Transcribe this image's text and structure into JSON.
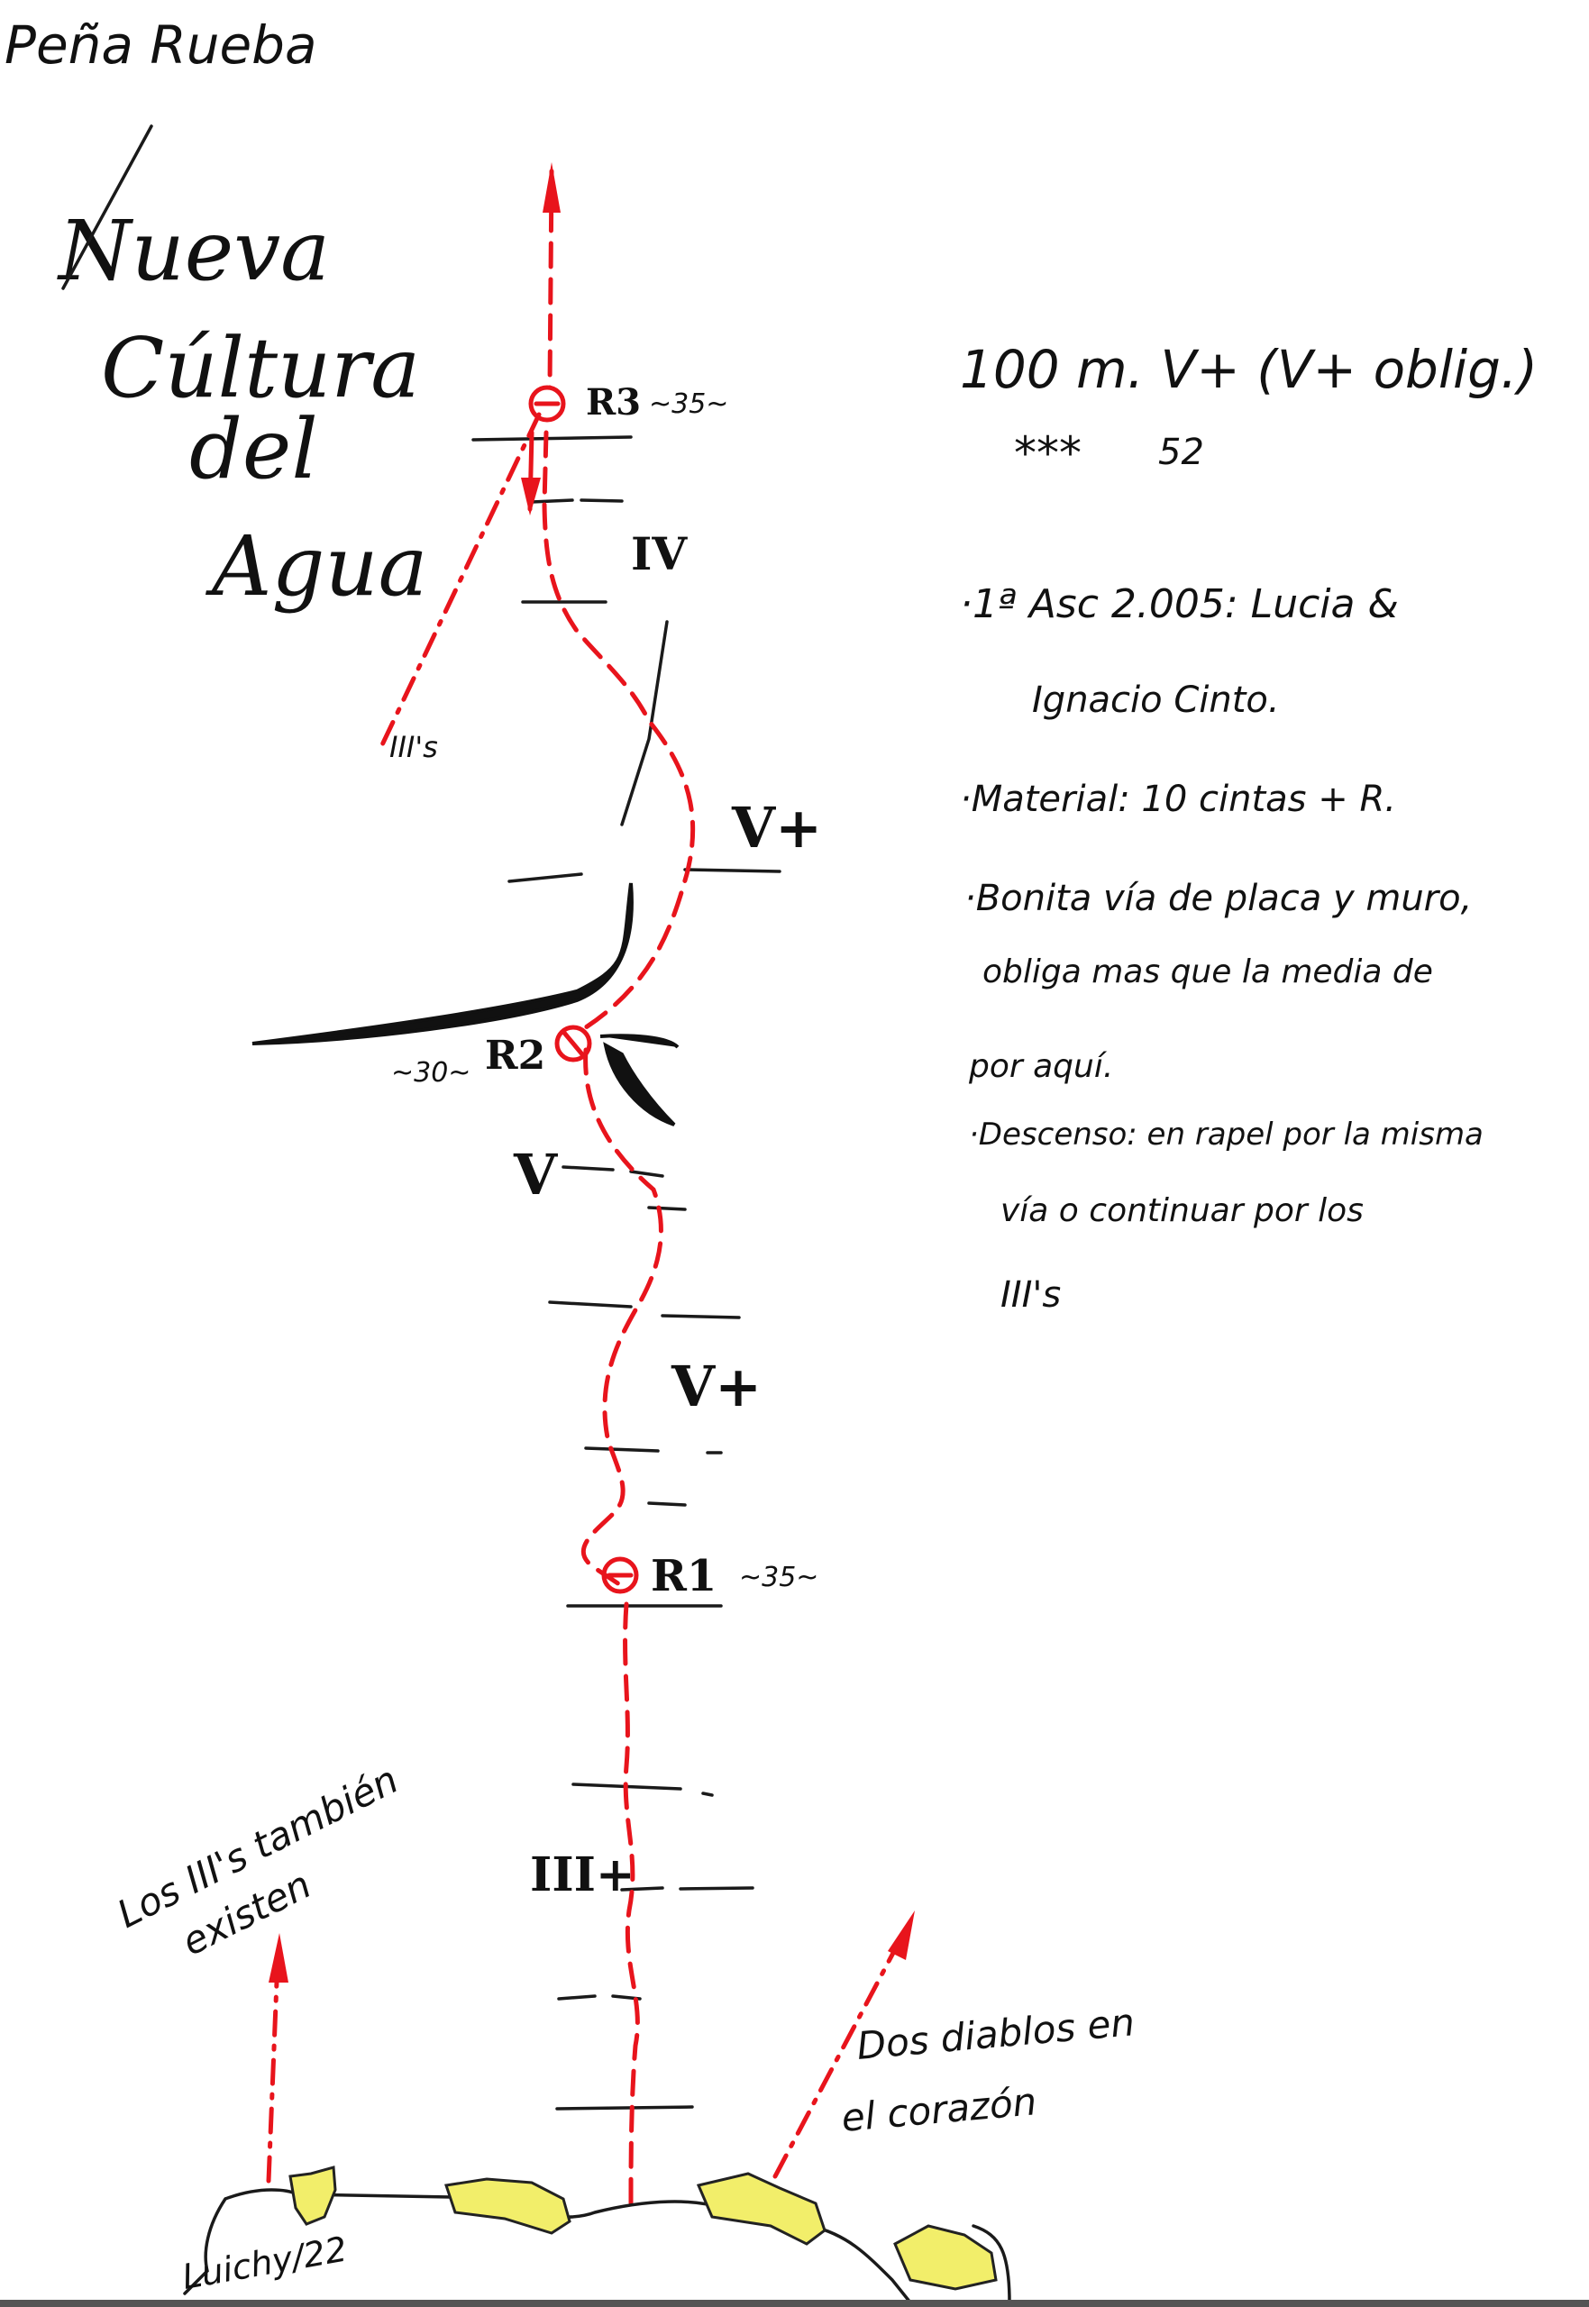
{
  "header": {
    "area": "Peña Rueba"
  },
  "route_title": [
    "Nueva",
    "Cúltura",
    "del",
    "Agua"
  ],
  "summary": {
    "length_grade": "100 m. V+ (V+ oblig.)",
    "rating": "***",
    "rating_extra": "52"
  },
  "notes": [
    "·1ª Asc 2.005: Lucia &",
    "Ignacio Cinto.",
    "·Material: 10 cintas + R.",
    "·Bonita vía de placa y muro,",
    "obliga mas que la media de",
    "por aquí.",
    "·Descenso: en rapel por la misma",
    "vía o continuar por los",
    "III's"
  ],
  "belays": [
    {
      "label": "R3",
      "length": "~35~"
    },
    {
      "label": "R2",
      "length": "~30~"
    },
    {
      "label": "R1",
      "length": "~35~"
    }
  ],
  "grades": [
    "IV",
    "V+",
    "V",
    "V+",
    "III+"
  ],
  "side_labels": {
    "left_branch": "III's",
    "los_iii": [
      "Los III's también",
      "existen"
    ],
    "dos_diablos": [
      "Dos diablos en",
      "el corazón"
    ],
    "signature": "Luichy/22"
  },
  "colors": {
    "route": "#e8141c",
    "ink": "#111111",
    "highlight": "#f2ee6a"
  }
}
